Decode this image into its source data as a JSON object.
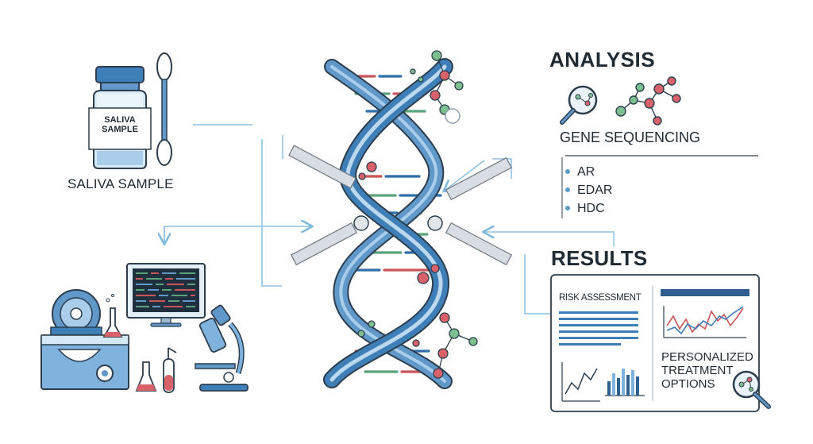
{
  "saliva": {
    "vial_label": [
      "SALIVA",
      "SAMPLE"
    ],
    "caption": "SALIVA SAMPLE"
  },
  "analysis": {
    "title": "ANALYSIS",
    "subtitle": "GENE SEQUENCING",
    "genes": [
      "AR",
      "EDAR",
      "HDC"
    ]
  },
  "results": {
    "title": "RESULTS",
    "risk_label": "RISK ASSESSMENT",
    "treatment_lines": [
      "PERSONALIZED",
      "TREATMENT",
      "OPTIONS"
    ]
  },
  "icons": [
    "vial-icon",
    "swab-icon",
    "centrifuge-icon",
    "monitor-icon",
    "flask-icon",
    "test-tube-icon",
    "microscope-icon",
    "dna-helix-icon",
    "magnifier-icon",
    "molecule-icon",
    "report-card-icon",
    "line-chart-icon",
    "bar-chart-icon"
  ],
  "colors": {
    "helix_blue": "#3f7fb8",
    "helix_light": "#bcd8ee",
    "base_red": "#c9555a",
    "base_green": "#5aa279",
    "base_blue": "#2f6ea8",
    "arrow": "#7fb9dd",
    "outline": "#2c3e4e"
  }
}
